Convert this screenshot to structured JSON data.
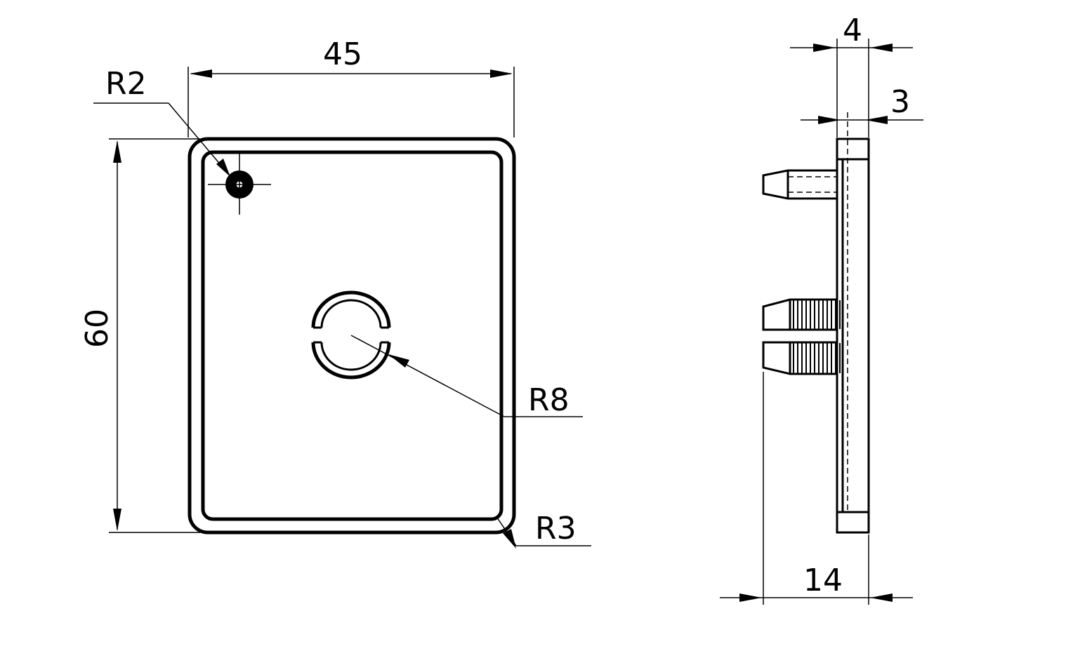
{
  "front_view": {
    "width_dim": "45",
    "height_dim": "60",
    "corner_hole_radius": "R2",
    "center_hole_radius": "R8",
    "corner_radius": "R3"
  },
  "side_view": {
    "top_dim_a": "4",
    "top_dim_b": "3",
    "depth_dim": "14"
  }
}
